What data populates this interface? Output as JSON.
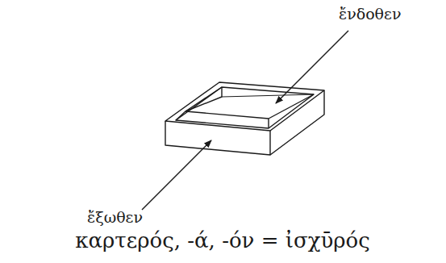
{
  "diagram": {
    "labels": [
      "ἔνδοθεν",
      "ἔξωθεν",
      "καρτερός, -ά, -όν = ἰσχῡρός"
    ]
  }
}
